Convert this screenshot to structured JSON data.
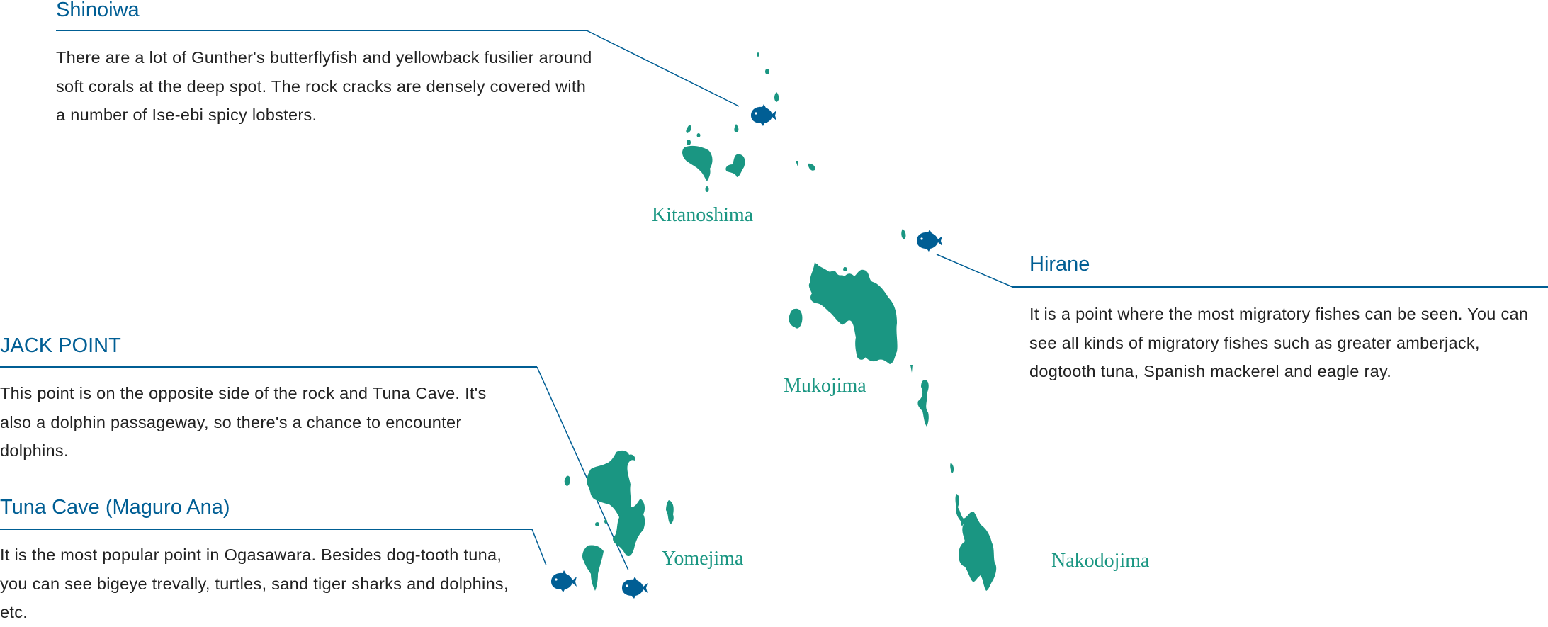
{
  "colors": {
    "island": "#1a9682",
    "accent": "#005e94",
    "text": "#222222"
  },
  "points": [
    {
      "id": "shinoiwa",
      "title": "Shinoiwa",
      "description": "There are a lot of Gunther's butterflyfish and yellowback fusilier around soft corals at the deep spot. The rock cracks are densely covered with a number of Ise-ebi spicy lobsters.",
      "icon": "fish-icon"
    },
    {
      "id": "hirane",
      "title": "Hirane",
      "description": "It is a point where the most migratory fishes can be seen. You can see all kinds of migratory fishes such as greater amberjack, dogtooth tuna, Spanish mackerel and eagle ray.",
      "icon": "fish-icon"
    },
    {
      "id": "jack-point",
      "title": "JACK POINT",
      "description": "This point is on the opposite side of the rock and Tuna Cave. It's also a dolphin passageway, so there's a chance to encounter dolphins.",
      "icon": "fish-icon"
    },
    {
      "id": "tuna-cave",
      "title": "Tuna Cave (Maguro Ana)",
      "description": "It is the most popular point in Ogasawara. Besides dog-tooth tuna, you can see bigeye trevally, turtles, sand tiger sharks and dolphins, etc.",
      "icon": "fish-icon"
    }
  ],
  "islands": [
    "Kitanoshima",
    "Mukojima",
    "Yomejima",
    "Nakodojima"
  ]
}
